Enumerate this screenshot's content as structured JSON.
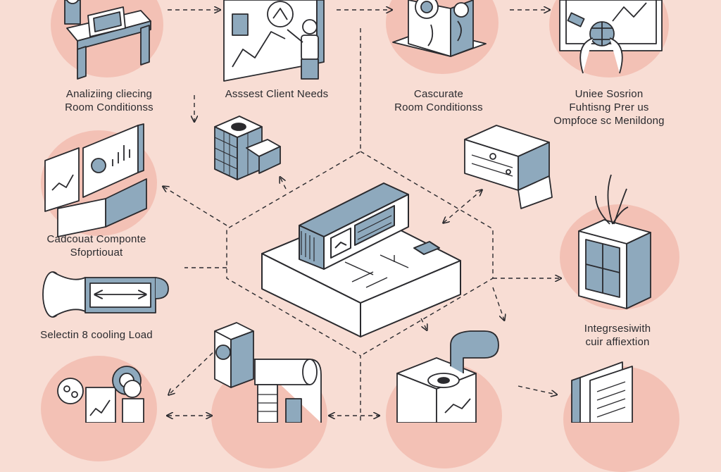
{
  "colors": {
    "background": "#f8ddd4",
    "circle": "#f2b7ab",
    "line": "#2a2a2e",
    "fill_blue": "#8ea9bd",
    "fill_white": "#ffffff"
  },
  "nodes": {
    "analyze": {
      "line1": "Analiziing cliecing",
      "line2": "Room Conditionss",
      "icon": "analyst-desk-icon"
    },
    "assess": {
      "line1": "Asssest Client Needs",
      "icon": "presentation-board-icon"
    },
    "calculate": {
      "line1": "Cascurate",
      "line2": "Room Conditionss",
      "icon": "ac-unit-icon"
    },
    "unique": {
      "line1": "Uniee Sosrion",
      "line2": "Fuhtisng Prer us",
      "line3": "Ompfoce sc Menildong",
      "icon": "hands-globe-icon"
    },
    "component": {
      "line1": "Cadcouat Componte",
      "line2": "Sfoprtiouat",
      "icon": "monitor-analytics-icon"
    },
    "select": {
      "line1": "Selectin 8 cooling Load",
      "icon": "duct-icon"
    },
    "integrate": {
      "line1": "Integrsesiwith",
      "line2": "cuir affiextion",
      "icon": "window-plant-icon"
    },
    "center": {
      "icon": "control-unit-icon"
    },
    "cube": {
      "icon": "cube-block-icon"
    },
    "split_ac": {
      "icon": "split-ac-icon"
    },
    "bottom_left": {
      "icon": "engineer-gear-icon"
    },
    "bottom_duct": {
      "icon": "ductwork-icon"
    },
    "bottom_fan": {
      "icon": "fan-unit-icon"
    },
    "bottom_docs": {
      "icon": "documents-icon"
    }
  }
}
